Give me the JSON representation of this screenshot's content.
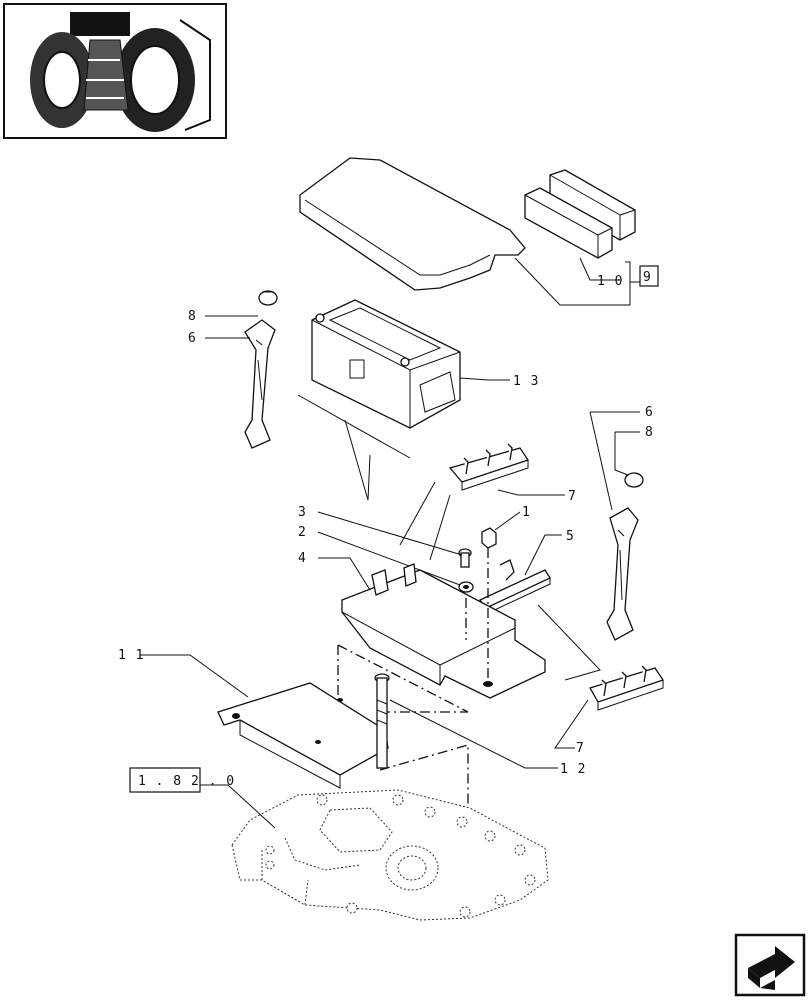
{
  "callouts": {
    "c1": "1",
    "c2": "2",
    "c3": "3",
    "c4": "4",
    "c5": "5",
    "c6a": "6",
    "c6b": "6",
    "c7a": "7",
    "c7b": "7",
    "c8a": "8",
    "c8b": "8",
    "c9": "9",
    "c10": "1 0",
    "c11": "1 1",
    "c12": "1 2",
    "c13": "1 3"
  },
  "reference_box": "1 . 8 2 . 0"
}
